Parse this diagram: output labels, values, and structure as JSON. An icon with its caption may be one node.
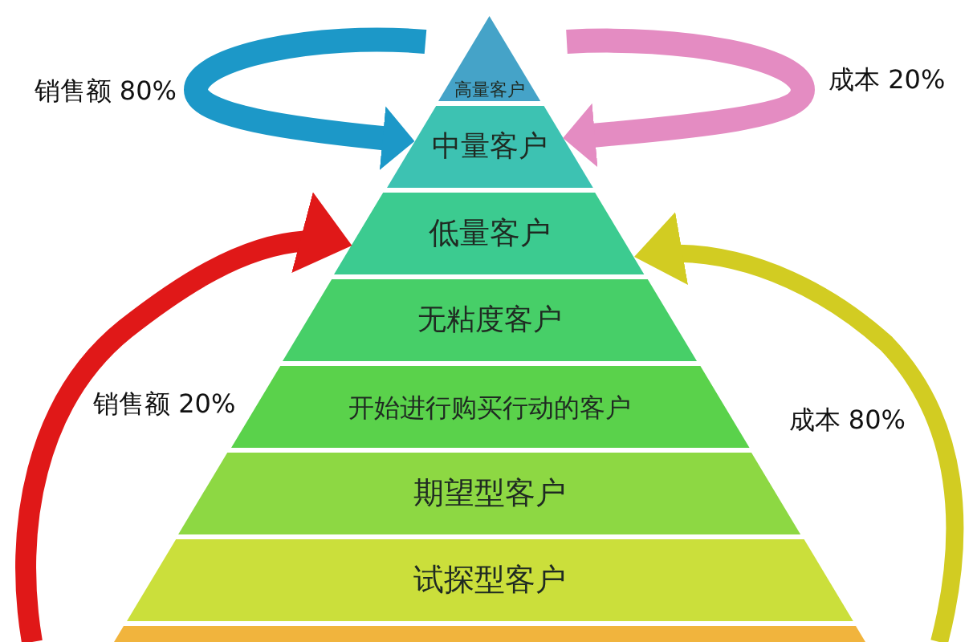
{
  "diagram": {
    "nodes": [
      {
        "text": [
          "高量客户"
        ]
      },
      {
        "text": [
          "中量客户"
        ]
      },
      {
        "text": [
          "低量客户"
        ]
      },
      {
        "text": [
          "无粘度客户"
        ]
      },
      {
        "text": [
          "开始进行购买行动的客户"
        ]
      },
      {
        "text": [
          "期望型客户"
        ]
      },
      {
        "text": [
          "试探型客户"
        ]
      },
      {
        "text": [],
        "shape": "trapezoid"
      }
    ],
    "edges": [
      {
        "from": null,
        "to": 1,
        "arrow": "to",
        "label": "销售额 80%",
        "color": "#1c98c8"
      },
      {
        "from": null,
        "to": 1,
        "arrow": "to",
        "label": "成本 20%",
        "color": "#e48cc2"
      },
      {
        "from": null,
        "to": 2,
        "arrow": "to",
        "label": "销售额 20%",
        "color": "#e01818"
      },
      {
        "from": null,
        "to": 2,
        "arrow": "to",
        "label": "成本 80%",
        "color": "#d2cc22"
      }
    ]
  }
}
